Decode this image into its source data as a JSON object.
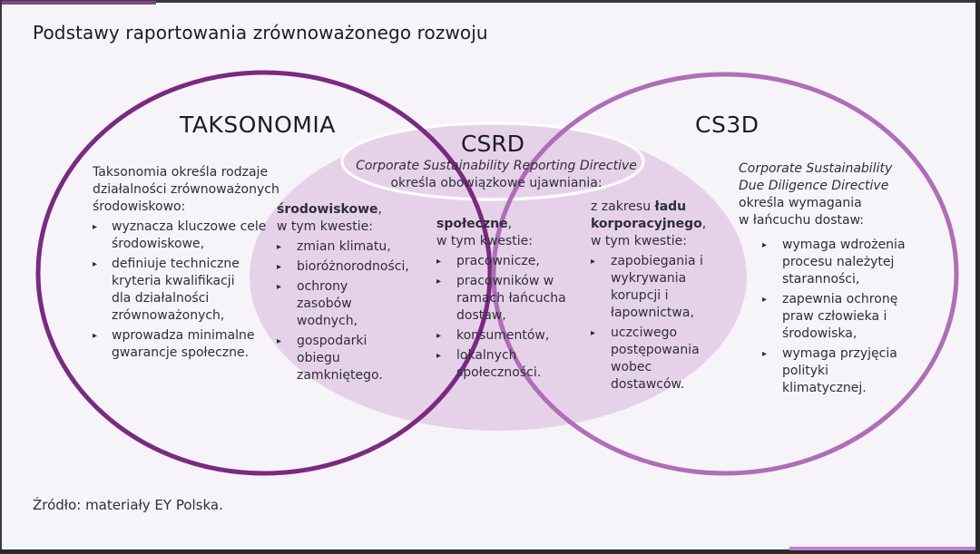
{
  "title": "Podstawy raportowania zrównoważonego rozwoju",
  "colors": {
    "background": "#f7f4f9",
    "left_circle_stroke": "#7a2a80",
    "right_circle_stroke": "#b06db8",
    "csrd_fill": "#e6d2e8",
    "lens_fill": "#ffffff",
    "text": "#2e2e38"
  },
  "taksonomia": {
    "heading": "TAKSONOMIA",
    "intro": "Taksonomia określa rodzaje działalności zrównoważonych środowiskowo:",
    "items": [
      "wyznacza kluczowe cele środowiskowe,",
      "definiuje techniczne kryteria kwalifikacji dla działalności zrównoważonych,",
      "wprowadza minimalne gwarancje społeczne."
    ]
  },
  "csrd": {
    "heading": "CSRD",
    "full_name": "Corporate Sustainability Reporting Directive",
    "description": "określa obowiązkowe ujawniania:",
    "environmental": {
      "label_bold": "środowiskowe",
      "label_rest": ",",
      "sub": "w tym kwestie:",
      "items": [
        "zmian klimatu,",
        "bioróżnorodności,",
        "ochrony zasobów wodnych,",
        "gospodarki obiegu zamkniętego."
      ]
    },
    "social": {
      "label_bold": "społeczne",
      "label_rest": ",",
      "sub": "w tym kwestie:",
      "items": [
        "pracownicze,",
        "pracowników w ramach łańcucha dostaw,",
        "konsumentów,",
        "lokalnych społeczności."
      ]
    },
    "governance": {
      "prefix": "z zakresu ",
      "label_bold_1": "ładu",
      "label_bold_2": "korporacyjnego",
      "label_rest": ",",
      "sub": "w tym kwestie:",
      "items": [
        "zapobiegania i wykrywania korupcji i łapownictwa,",
        "uczciwego postępowania wobec dostawców."
      ]
    }
  },
  "cs3d": {
    "heading": "CS3D",
    "full_name_line1": "Corporate Sustainability",
    "full_name_line2": "Due Diligence Directive",
    "description": "określa wymagania w łańcuchu dostaw:",
    "items": [
      "wymaga wdrożenia procesu należytej staranności,",
      "zapewnia ochronę praw człowieka i środowiska,",
      "wymaga przyjęcia polityki klimatycznej."
    ]
  },
  "source": "Źródło: materiały EY Polska."
}
